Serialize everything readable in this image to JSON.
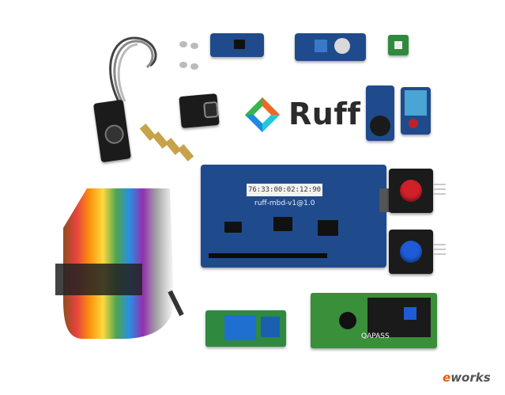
{
  "logo": {
    "text": "Ruff",
    "colors": {
      "orange": "#f26522",
      "green": "#39b54a",
      "blue": "#1e88e5",
      "cyan": "#26c6da"
    }
  },
  "main_board": {
    "mac_label": "76:33:00:02:12:90",
    "model_text": "ruff-mbd-v1@1.0"
  },
  "lcd_board": {
    "brand_text": "QAPASS"
  },
  "watermark": {
    "prefix": "e",
    "text": "works"
  },
  "colors": {
    "pcb_blue": "#1f4b8c",
    "pcb_green": "#2f8a3f",
    "button_red": "#d0202a",
    "button_blue": "#1e5bd6"
  }
}
